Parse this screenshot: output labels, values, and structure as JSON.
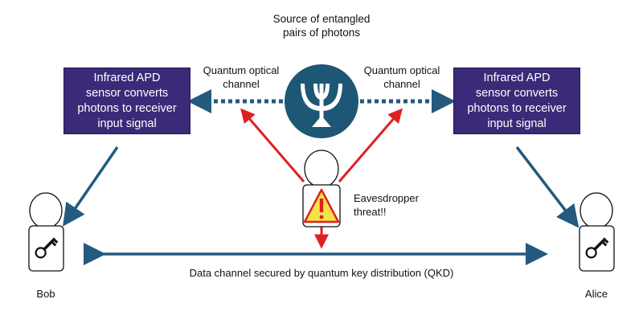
{
  "source": {
    "lines": [
      "Source of entangled",
      "pairs of photons"
    ]
  },
  "channel_left": {
    "lines": [
      "Quantum optical",
      "channel"
    ]
  },
  "channel_right": {
    "lines": [
      "Quantum optical",
      "channel"
    ]
  },
  "sensor_left": {
    "lines": [
      "Infrared APD",
      "sensor converts",
      "photons to receiver",
      "input signal"
    ]
  },
  "sensor_right": {
    "lines": [
      "Infrared APD",
      "sensor converts",
      "photons to receiver",
      "input signal"
    ]
  },
  "eavesdropper": {
    "lines": [
      "Eavesdropper",
      "threat!!"
    ]
  },
  "data_channel": {
    "label": "Data channel secured by quantum key distribution (QKD)"
  },
  "bob": {
    "name": "Bob"
  },
  "alice": {
    "name": "Alice"
  },
  "icons": {
    "source": "entangled-photon-source-icon",
    "person": "person-icon",
    "key": "key-icon",
    "warning": "warning-icon"
  },
  "colors": {
    "sensor_box": "#3a2a78",
    "source_circle": "#1e5775",
    "arrow_blue": "#235a7e",
    "threat_red": "#e02020",
    "warning_fill": "#f5e34a"
  }
}
